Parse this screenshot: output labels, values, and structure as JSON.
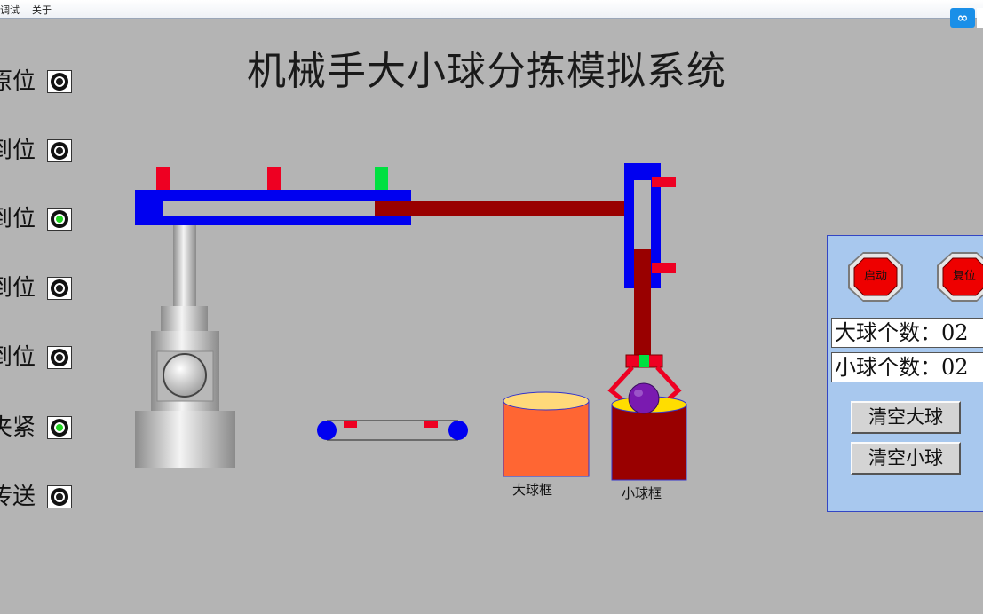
{
  "menu": [
    "调试",
    "关于"
  ],
  "title": "机械手大小球分拣模拟系统",
  "status": [
    {
      "label": "原位",
      "on": false
    },
    {
      "label": "到位",
      "on": false
    },
    {
      "label": "到位",
      "on": true
    },
    {
      "label": "到位",
      "on": false
    },
    {
      "label": "到位",
      "on": false
    },
    {
      "label": "夹紧",
      "on": true
    },
    {
      "label": "传送",
      "on": false
    }
  ],
  "bins": {
    "large": "大球框",
    "small": "小球框"
  },
  "panel": {
    "start_label": "启动",
    "reset_label": "复位",
    "large_count_label": "大球个数：",
    "large_count": "02",
    "small_count_label": "小球个数：",
    "small_count": "02",
    "clear_large_label": "清空大球",
    "clear_small_label": "清空小球"
  },
  "colors": {
    "rail_blue": "#0000f0",
    "arm_red": "#990000",
    "sensor_red": "#ee0022",
    "sensor_green": "#00e040",
    "large_bin": "#ff6633",
    "small_bin": "#990000",
    "ball_purple": "#7a1ab0",
    "panel_bg": "#a8c8ee",
    "background": "#b4b4b4"
  },
  "icons": {
    "tray": "baidu-netdisk-icon"
  }
}
